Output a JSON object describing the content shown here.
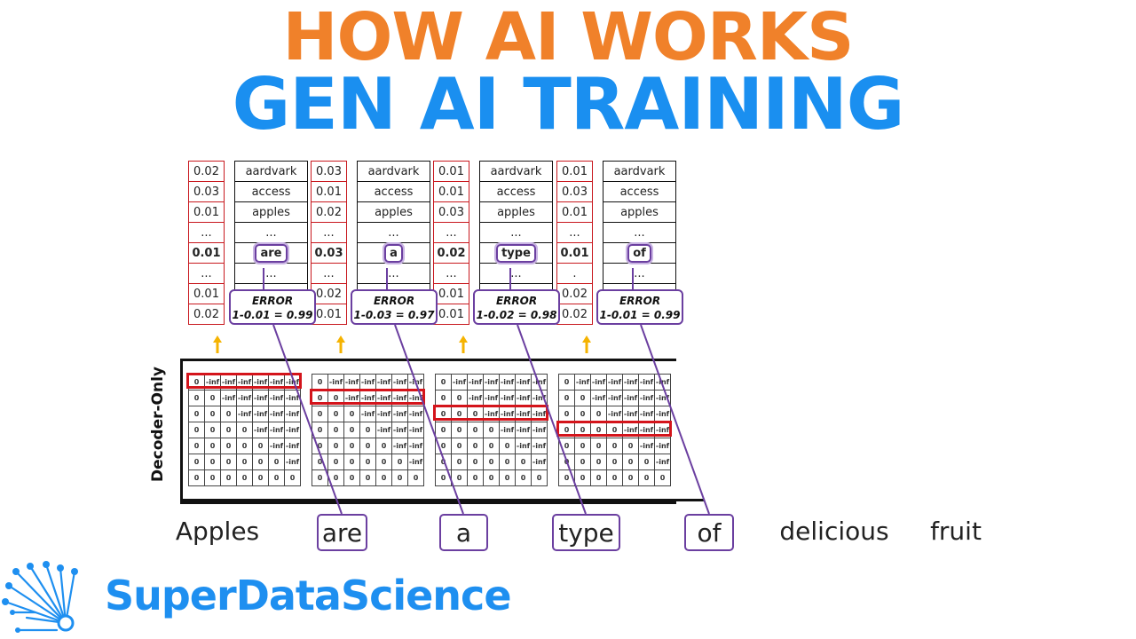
{
  "header": {
    "line1": "HOW AI WORKS",
    "line2": "GEN AI TRAINING"
  },
  "colors": {
    "title1": "#f0812a",
    "title2": "#1a8ff0",
    "brand": "#1e8ff0",
    "purple": "#6b3fa0",
    "red": "#d4141b",
    "arrow": "#f5b301"
  },
  "output_tables": [
    {
      "probs": [
        "0.02",
        "0.03",
        "0.01",
        "...",
        "0.01",
        "...",
        "0.01",
        "0.02"
      ],
      "words": [
        "aardvark",
        "access",
        "apples",
        "...",
        "are",
        "...",
        "",
        ""
      ],
      "target": "are",
      "error_title": "ERROR",
      "error_formula": "1-0.01 = 0.99"
    },
    {
      "probs": [
        "0.03",
        "0.01",
        "0.02",
        "...",
        "0.03",
        "...",
        "0.02",
        "0.01"
      ],
      "words": [
        "aardvark",
        "access",
        "apples",
        "...",
        "a",
        "...",
        "",
        ""
      ],
      "target": "a",
      "error_title": "ERROR",
      "error_formula": "1-0.03 = 0.97"
    },
    {
      "probs": [
        "0.01",
        "0.01",
        "0.03",
        "...",
        "0.02",
        "...",
        "0.01",
        "0.01"
      ],
      "words": [
        "aardvark",
        "access",
        "apples",
        "...",
        "type",
        "...",
        "",
        ""
      ],
      "target": "type",
      "error_title": "ERROR",
      "error_formula": "1-0.02 = 0.98"
    },
    {
      "probs": [
        "0.01",
        "0.03",
        "0.01",
        "...",
        "0.01",
        ".",
        "0.02",
        "0.02"
      ],
      "words": [
        "aardvark",
        "access",
        "apples",
        "...",
        "of",
        "...",
        "",
        ""
      ],
      "target": "of",
      "error_title": "ERROR",
      "error_formula": "1-0.01 = 0.99"
    }
  ],
  "decoder": {
    "label": "Decoder-Only",
    "matrix": [
      [
        "0",
        "-inf",
        "-inf",
        "-inf",
        "-inf",
        "-inf",
        "-inf"
      ],
      [
        "0",
        "0",
        "-inf",
        "-inf",
        "-inf",
        "-inf",
        "-inf"
      ],
      [
        "0",
        "0",
        "0",
        "-inf",
        "-inf",
        "-inf",
        "-inf"
      ],
      [
        "0",
        "0",
        "0",
        "0",
        "-inf",
        "-inf",
        "-inf"
      ],
      [
        "0",
        "0",
        "0",
        "0",
        "0",
        "-inf",
        "-inf"
      ],
      [
        "0",
        "0",
        "0",
        "0",
        "0",
        "0",
        "-inf"
      ],
      [
        "0",
        "0",
        "0",
        "0",
        "0",
        "0",
        "0"
      ]
    ],
    "highlighted_rows": [
      0,
      1,
      2,
      3
    ]
  },
  "tokens": [
    "Apples",
    "are",
    "a",
    "type",
    "of",
    "delicious",
    "fruit"
  ],
  "brand": {
    "name": "SuperDataScience",
    "logo_icon": "neural-fan-logo-icon"
  }
}
